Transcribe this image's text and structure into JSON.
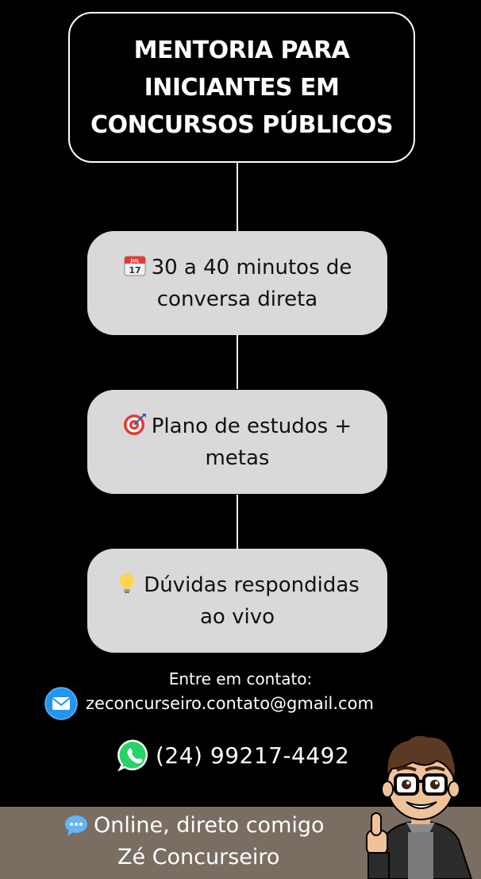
{
  "title": "MENTORIA PARA\nINICIANTES EM\nCONCURSOS PÚBLICOS",
  "steps": [
    {
      "icon": "calendar-icon",
      "line1": "30 a 40 minutos de",
      "line2": "conversa direta"
    },
    {
      "icon": "target-icon",
      "line1": "Plano de estudos +",
      "line2": "metas"
    },
    {
      "icon": "lightbulb-icon",
      "line1": "Dúvidas respondidas",
      "line2": "ao vivo"
    }
  ],
  "contact": {
    "label": "Entre em contato:",
    "email": "zeconcurseiro.contato@gmail.com",
    "phone": "(24) 99217-4492"
  },
  "footer": {
    "line1": "Online, direto comigo",
    "line2": "Zé Concurseiro"
  },
  "colors": {
    "background": "#000000",
    "step_box": "#d9d9d9",
    "footer_band": "#7a6e63",
    "whatsapp_green": "#25d366",
    "email_blue": "#2196f3"
  }
}
